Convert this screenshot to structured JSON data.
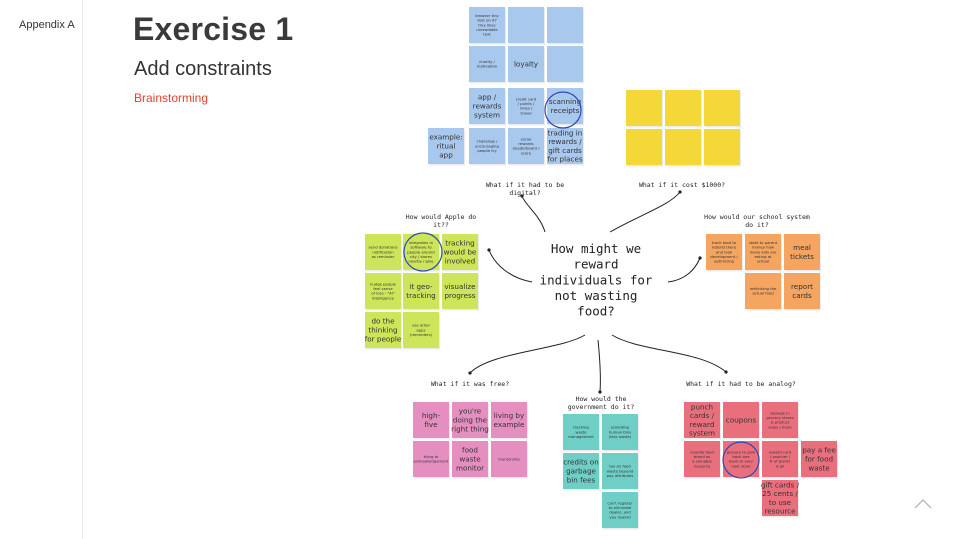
{
  "sidebar": {
    "label": "Appendix A"
  },
  "header": {
    "title": "Exercise 1",
    "subtitle": "Add constraints",
    "tag": "Brainstorming"
  },
  "colors": {
    "accent": "#e2412f",
    "blue_note": "#a9c8ee",
    "yellow_note": "#f4d83a",
    "green_note": "#cde55a",
    "orange_note": "#f5a55f",
    "pink_note": "#e58fc1",
    "teal_note": "#6fcfc7",
    "red_note": "#ea6f7d",
    "circle": "#2f46b8"
  },
  "diagram": {
    "center_question": [
      "How might we",
      "reward",
      "individuals for",
      "not wasting",
      "food?"
    ],
    "prompts": {
      "digital": [
        "What if it had to be",
        "digital?"
      ],
      "cost": [
        "What if it cost $1000?"
      ],
      "apple": [
        "How would Apple do",
        "it??"
      ],
      "school": [
        "How would our school system",
        "do it?"
      ],
      "free": [
        "What if it was free?"
      ],
      "government": [
        "How would the",
        "government do it?"
      ],
      "analog": [
        "What if it had to be analog?"
      ]
    },
    "notes": {
      "b1": [
        "browser tiny",
        "text on it?",
        "tiny lines",
        "unreadable",
        "text"
      ],
      "b4": [
        "charity /",
        "motivation"
      ],
      "b5": [
        "loyalty"
      ],
      "b7": [
        "app /",
        "rewards",
        "system"
      ],
      "b8": [
        "credit card",
        "/ points /",
        "miles /",
        "travel"
      ],
      "b9": [
        "scanning",
        "receipts"
      ],
      "b10": [
        "example:",
        "ritual",
        "app"
      ],
      "b11": [
        "challenge /",
        "encouraging",
        "people try"
      ],
      "b12": [
        "social",
        "rewards",
        "(leaderboard /",
        "score"
      ],
      "b13": [
        "trading in",
        "rewards /",
        "gift cards",
        "for places"
      ],
      "g1": [
        "send donations",
        "notification",
        "as reminder"
      ],
      "g2": [
        "integrates in",
        "software to",
        "people around",
        "city / stores",
        "nearby / give"
      ],
      "g3": [
        "tracking",
        "would be",
        "involved"
      ],
      "g4": [
        "nudge people",
        "feel sense",
        "of loss - \"AI\"",
        "intelligence"
      ],
      "g5": [
        "it geo-",
        "tracking"
      ],
      "g6": [
        "visualize",
        "progress"
      ],
      "g7": [
        "do the",
        "thinking",
        "for people"
      ],
      "g8": [
        "use other",
        "apps",
        "(reminders)"
      ],
      "o1": [
        "track food to",
        "rebuild there",
        "and look",
        "development /",
        "optimizing"
      ],
      "o2": [
        "state to parent",
        "money how",
        "many kids are",
        "eating at",
        "school"
      ],
      "o3": [
        "meal",
        "tickets"
      ],
      "o4": [
        "rethinking the",
        "actual food"
      ],
      "o5": [
        "report",
        "cards"
      ],
      "p1": [
        "high-",
        "five"
      ],
      "p2": [
        "you're",
        "doing the",
        "right thing"
      ],
      "p3": [
        "living by",
        "example"
      ],
      "p4": [
        "thing to",
        "acknowledgement"
      ],
      "p5": [
        "food",
        "waste",
        "monitor"
      ],
      "p6": [
        "mentorship"
      ],
      "t1": [
        "tracking",
        "waste",
        "management"
      ],
      "t2": [
        "providing",
        "human bins",
        "(less waste)"
      ],
      "t3": [
        "credits on",
        "garbage",
        "bin fees"
      ],
      "t4": [
        "tax on food",
        "waste beyond",
        "pay attributes"
      ],
      "t5": [
        "can't register",
        "to eliminate",
        "dealer, and",
        "you reward"
      ],
      "r1": [
        "punch",
        "cards /",
        "reward",
        "system"
      ],
      "r2": [
        "coupons"
      ],
      "r3": [
        "signage in",
        "grocery stores",
        "& product",
        "sales / more"
      ],
      "r4": [
        "classify food",
        "brand as",
        "a valuable",
        "resource"
      ],
      "r5": [
        "grocery to give",
        "back one",
        "bank to your",
        "next store"
      ],
      "r6": [
        "reward card",
        "/ voucher /",
        "# of points",
        "is all"
      ],
      "r7": [
        "pay a fee",
        "for food",
        "waste"
      ],
      "r8": [
        "gift cards /",
        "25 cents /",
        "to use",
        "resource"
      ]
    }
  }
}
